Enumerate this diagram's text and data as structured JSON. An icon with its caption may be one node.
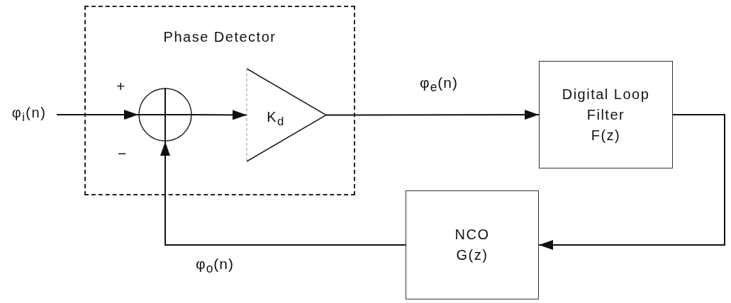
{
  "diagram": {
    "nodes": [
      {
        "text": [
          "Phase Detector"
        ]
      },
      {
        "text": [
          "φ$_{i}$(n)"
        ]
      },
      {
        "text": [],
        "shape": "circle",
        "in": 0
      },
      {
        "text": [
          "K$_{d}$"
        ],
        "in": 0
      },
      {
        "text": [
          "Digital Loop Filter",
          "F(z)"
        ]
      },
      {
        "text": [
          "NCO",
          "G(z)"
        ]
      }
    ],
    "edges": [
      {
        "from": 1,
        "to": 2,
        "arrow": "to"
      },
      {
        "from": 2,
        "to": 3,
        "arrow": "to"
      },
      {
        "from": 3,
        "to": 4,
        "arrow": "to",
        "label": "φ$_{e}$(n)"
      },
      {
        "from": 4,
        "to": 5,
        "arrow": "to"
      },
      {
        "from": 5,
        "to": 2,
        "arrow": "to",
        "label": "φ$_{o}$(n)"
      }
    ],
    "labels": [
      "+",
      "−"
    ]
  }
}
